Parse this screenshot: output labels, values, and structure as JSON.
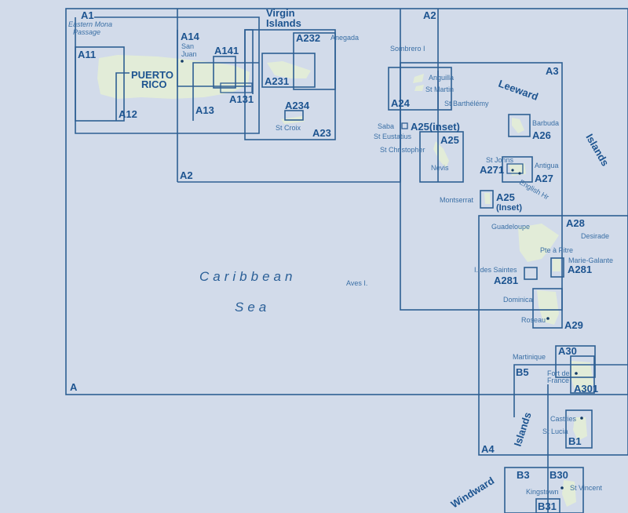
{
  "map": {
    "title": "Caribbean chart index",
    "colors": {
      "sea": "#d2dbea",
      "frame": "#2e5f93",
      "label": "#1d5490",
      "place": "#3a6fa5",
      "land": "#e3edd7"
    },
    "sea_labels": [
      "Caribbean",
      "Sea"
    ],
    "regions": {
      "puerto_rico": [
        "PUERTO",
        "RICO"
      ],
      "virgin_islands": [
        "Virgin",
        "Islands"
      ],
      "leeward": "Leeward",
      "leeward_islands": "Islands",
      "windward": "Windward",
      "windward_islands": "Islands"
    },
    "charts": {
      "A": "A",
      "A1": "A1",
      "A11": "A11",
      "A12": "A12",
      "A13": "A13",
      "A131": "A131",
      "A14": "A14",
      "A141": "A141",
      "A2_top": "A2",
      "A2_bottom": "A2",
      "A23": "A23",
      "A231": "A231",
      "A232": "A232",
      "A234": "A234",
      "A3": "A3",
      "A24": "A24",
      "A25_inset_saba": "A25(inset)",
      "A25": "A25",
      "A26": "A26",
      "A27": "A27",
      "A271": "A271",
      "A25_montserrat": "A25",
      "A25_montserrat_sub": "(Inset)",
      "A28": "A28",
      "A281_east": "A281",
      "A281_west": "A281",
      "A29": "A29",
      "A30": "A30",
      "A301": "A301",
      "A4": "A4",
      "B5": "B5",
      "B1": "B1",
      "B3": "B3",
      "B30": "B30",
      "B31": "B31"
    },
    "places": {
      "eastern_mona": [
        "Eastern Mona",
        "Passage"
      ],
      "san_juan": [
        "San",
        "Juan"
      ],
      "anegada": "Anegada",
      "st_croix": "St Croix",
      "sombrero": "Sombrero I",
      "anguilla": "Anguilla",
      "st_martin": "St Martin",
      "st_barthelemy": "St Barthélémy",
      "saba": "Saba",
      "st_eustatius": "St Eustatius",
      "st_christopher": "St Christopher",
      "nevis": "Nevis",
      "barbuda": "Barbuda",
      "st_johns": "St Johns",
      "antigua": "Antigua",
      "english_hr": "English Hr",
      "montserrat": "Montserrat",
      "guadeloupe": "Guadeloupe",
      "desirade": "Desirade",
      "pte_a_pitre": "Pte à Pitre",
      "marie_galante": "Marie-Galante",
      "i_des_saintes": "I. des Saintes",
      "dominica": "Dominica",
      "roseau": "Roseau",
      "aves": "Aves I.",
      "martinique": "Martinique",
      "fort_de_france": [
        "Fort de",
        "France"
      ],
      "castries": "Castries",
      "st_lucia": "St Lucia",
      "kingstown": "Kingstown",
      "st_vincent": "St Vincent"
    }
  }
}
